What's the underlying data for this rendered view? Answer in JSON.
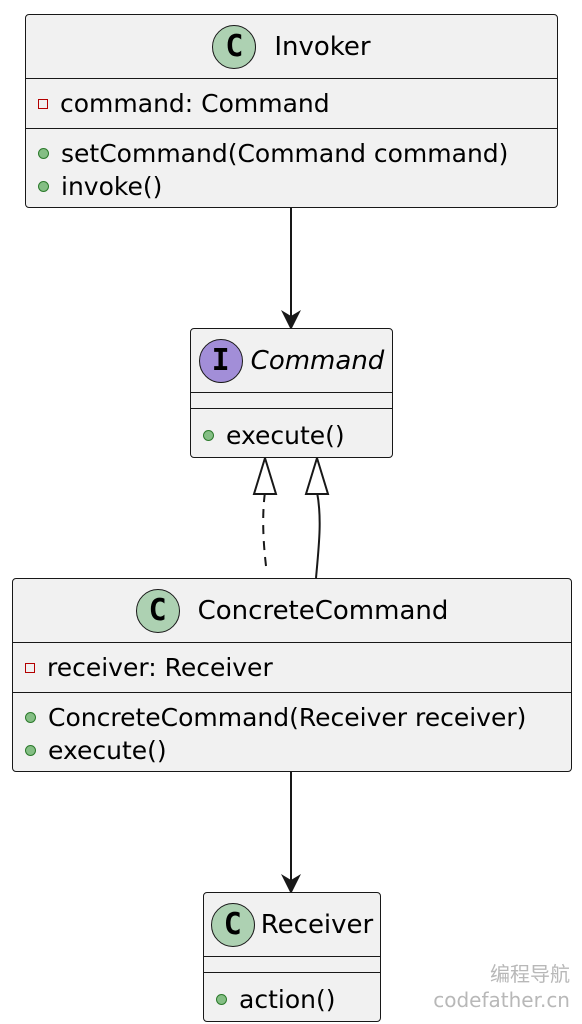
{
  "diagram": {
    "classes": [
      {
        "id": "invoker",
        "stereotype_letter": "C",
        "name": "Invoker",
        "attributes": [
          {
            "visibility": "private",
            "text": "command: Command"
          }
        ],
        "methods": [
          {
            "visibility": "public",
            "text": "setCommand(Command command)"
          },
          {
            "visibility": "public",
            "text": "invoke()"
          }
        ]
      },
      {
        "id": "command",
        "stereotype_letter": "I",
        "name": "Command",
        "attributes": [],
        "methods": [
          {
            "visibility": "public",
            "text": "execute()"
          }
        ]
      },
      {
        "id": "concrete-command",
        "stereotype_letter": "C",
        "name": "ConcreteCommand",
        "attributes": [
          {
            "visibility": "private",
            "text": "receiver: Receiver"
          }
        ],
        "methods": [
          {
            "visibility": "public",
            "text": "ConcreteCommand(Receiver receiver)"
          },
          {
            "visibility": "public",
            "text": "execute()"
          }
        ]
      },
      {
        "id": "receiver",
        "stereotype_letter": "C",
        "name": "Receiver",
        "attributes": [],
        "methods": [
          {
            "visibility": "public",
            "text": "action()"
          }
        ]
      }
    ],
    "relations": [
      {
        "from": "Invoker",
        "to": "Command",
        "type": "association"
      },
      {
        "from": "ConcreteCommand",
        "to": "Command",
        "type": "realization"
      },
      {
        "from": "ConcreteCommand",
        "to": "Command",
        "type": "generalization"
      },
      {
        "from": "ConcreteCommand",
        "to": "Receiver",
        "type": "association"
      }
    ],
    "colors": {
      "box_fill": "#f1f1f1",
      "border": "#181818",
      "class_badge": "#add1b2",
      "interface_badge": "#a28ed8",
      "private_marker": "#b30000",
      "public_marker": "#84be84"
    }
  },
  "watermark": {
    "line1": "编程导航",
    "line2": "codefather.cn"
  }
}
